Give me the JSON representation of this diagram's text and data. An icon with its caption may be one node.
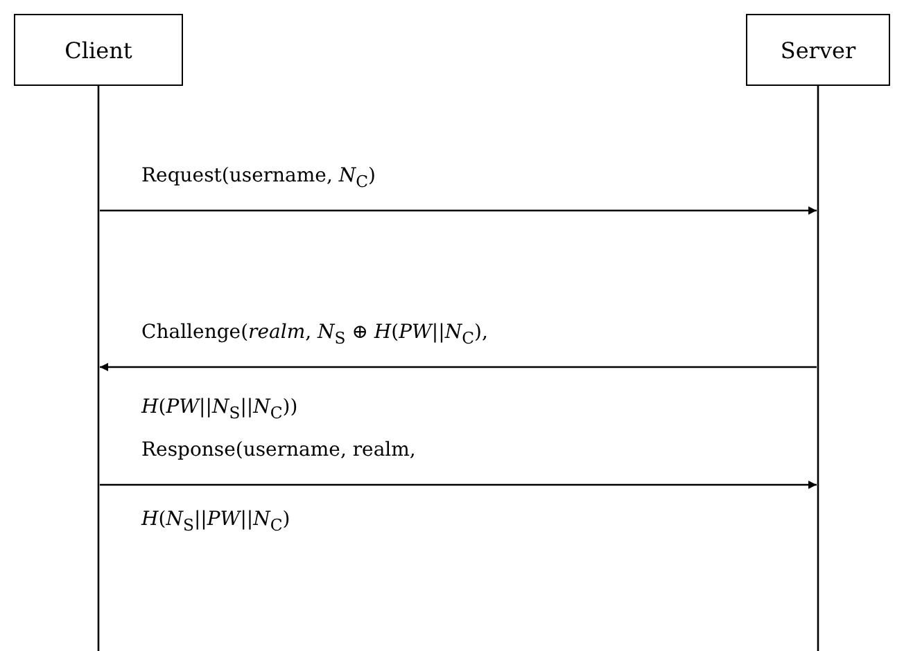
{
  "diagram": {
    "nodes": [
      {
        "text": [
          "Client"
        ]
      },
      {
        "text": [
          "Server"
        ]
      }
    ],
    "edges": [
      {
        "from": 0,
        "to": 1,
        "arrow": "to",
        "label": "Request(username, *N*$_{C}$)"
      },
      {
        "from": 1,
        "to": 0,
        "arrow": "to",
        "label": "Challenge(*realm*, *N*$_{S}$ ⊕ *H*(*PW*||*N*$_{C}$), *H*(*PW*||*N*$_{S}$||*N*$_{C}$))"
      },
      {
        "from": 0,
        "to": 1,
        "arrow": "to",
        "label": "Response(username, realm, *H*(*N*$_{S}$||*PW*||*N*$_{C}$)"
      }
    ]
  }
}
